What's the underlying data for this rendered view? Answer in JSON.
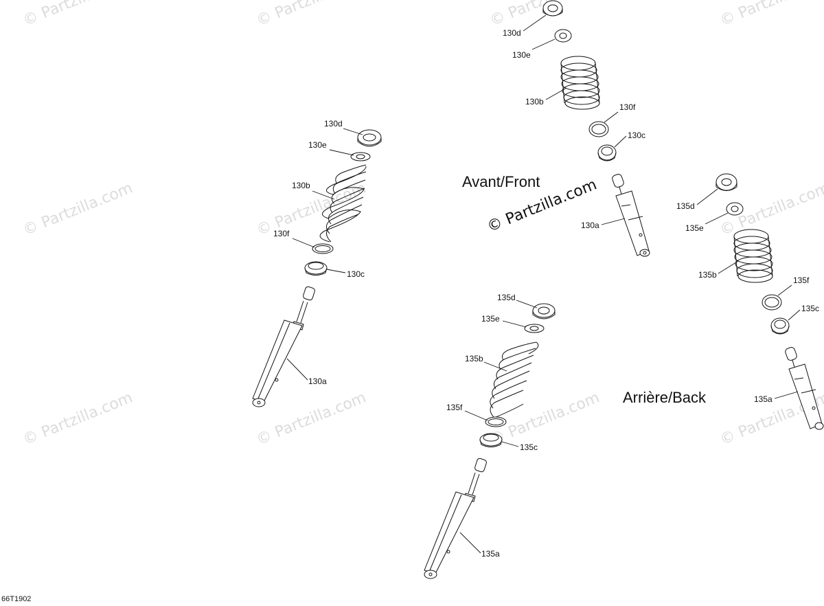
{
  "watermark_text": "© Partzilla.com",
  "center_watermark": "© Partzilla.com",
  "section_front": "Avant/Front",
  "section_back": "Arrière/Back",
  "diagram_code": "66T1902",
  "labels": {
    "l130d_a": "130d",
    "l130e_a": "130e",
    "l130b_a": "130b",
    "l130f_a": "130f",
    "l130c_a": "130c",
    "l130a_a": "130a",
    "l130d_b": "130d",
    "l130e_b": "130e",
    "l130b_b": "130b",
    "l130f_b": "130f",
    "l130c_b": "130c",
    "l130a_b": "130a",
    "l135d_a": "135d",
    "l135e_a": "135e",
    "l135b_a": "135b",
    "l135f_a": "135f",
    "l135c_a": "135c",
    "l135a_a": "135a",
    "l135d_b": "135d",
    "l135e_b": "135e",
    "l135b_b": "135b",
    "l135f_b": "135f",
    "l135c_b": "135c",
    "l135a_b": "135a"
  }
}
